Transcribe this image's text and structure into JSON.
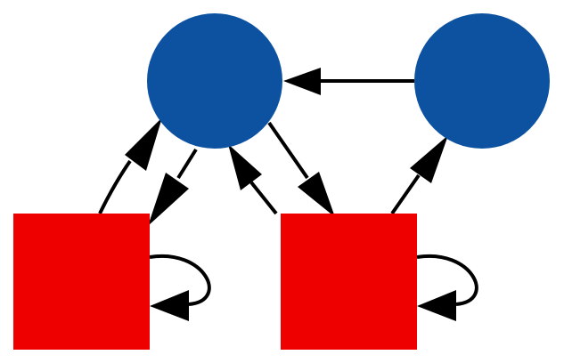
{
  "diagram": {
    "kind": "directed-graph",
    "colors": {
      "background": "#ffffff",
      "circle_fill": "#0d52a0",
      "square_fill": "#ee0000",
      "edge": "#000000"
    },
    "nodes": [
      {
        "id": "circle-left",
        "shape": "circle"
      },
      {
        "id": "circle-right",
        "shape": "circle"
      },
      {
        "id": "square-left",
        "shape": "square"
      },
      {
        "id": "square-right",
        "shape": "square"
      }
    ],
    "edges": [
      {
        "from": "circle-right",
        "to": "circle-left"
      },
      {
        "from": "square-left",
        "to": "circle-left"
      },
      {
        "from": "circle-left",
        "to": "square-left"
      },
      {
        "from": "square-right",
        "to": "circle-left"
      },
      {
        "from": "circle-left",
        "to": "square-right"
      },
      {
        "from": "square-right",
        "to": "circle-right"
      },
      {
        "from": "square-left",
        "to": "square-left"
      },
      {
        "from": "square-right",
        "to": "square-right"
      }
    ]
  }
}
